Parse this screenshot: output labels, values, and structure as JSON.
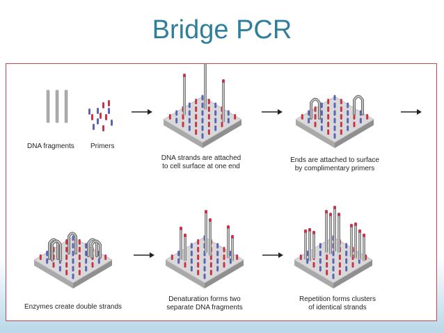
{
  "title": "Bridge PCR",
  "captions": {
    "dna_fragments": "DNA fragments",
    "primers": "Primers",
    "step2_line1": "DNA strands are attached",
    "step2_line2": "to cell surface at one end",
    "step3_line1": "Ends are attached to surface",
    "step3_line2": "by complimentary primers",
    "step4": "Enzymes create double strands",
    "step5_line1": "Denaturation forms two",
    "step5_line2": "separate DNA fragments",
    "step6_line1": "Repetition forms clusters",
    "step6_line2": "of identical strands"
  },
  "colors": {
    "title": "#2f7f9c",
    "frame": "#c9434d",
    "primer_red": "#c8334a",
    "primer_blue": "#5a63b8",
    "strand": "#8a8a8a",
    "plate": "#d9d9d9"
  }
}
